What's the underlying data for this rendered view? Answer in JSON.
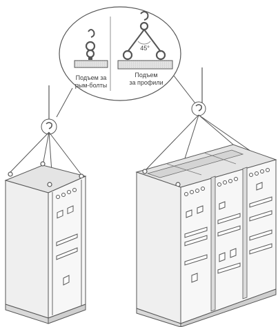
{
  "callout": {
    "eyebolt_label_line1": "Подъем за",
    "eyebolt_label_line2": "рым-болты",
    "profile_label_line1": "Подъем",
    "profile_label_line2": "за профили",
    "angle_label": "45°"
  },
  "colors": {
    "outline": "#555555",
    "cabinet_fill": "#efefef",
    "cabinet_dark": "#d9d9d9",
    "roof_fill": "#e4e4e4",
    "rope": "#555555"
  }
}
